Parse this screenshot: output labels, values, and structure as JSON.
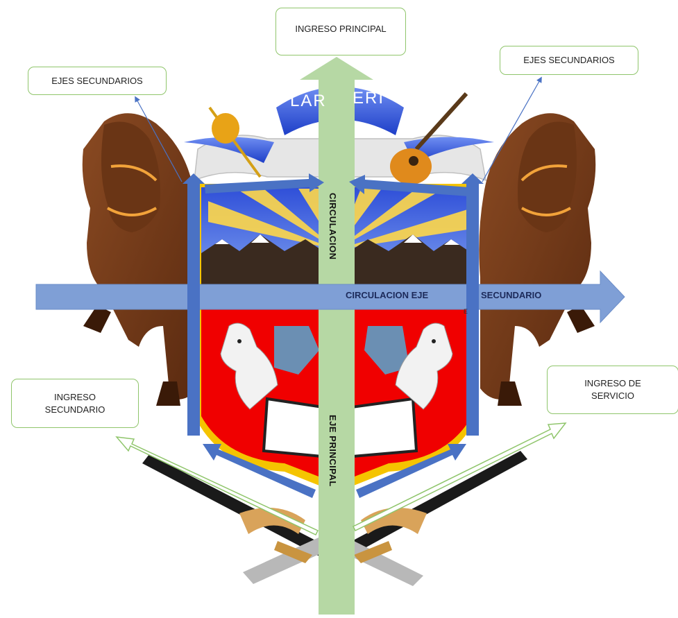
{
  "callouts": {
    "ingreso_principal": "INGRESO PRINCIPAL",
    "ejes_secundarios_left": "EJES SECUNDARIOS",
    "ejes_secundarios_right": "EJES SECUNDARIOS",
    "ingreso_secundario_line1": "INGRESO",
    "ingreso_secundario_line2": "SECUNDARIO",
    "ingreso_servicio_line1": "INGRESO DE",
    "ingreso_servicio_line2": "SERVICIO"
  },
  "axis_labels": {
    "circulacion_vertical": "CIRCULACION",
    "eje_principal": "EJE PRINCIPAL",
    "circulacion_eje": "CIRCULACION EJE",
    "secundario": "SECUNDARIO",
    "small_mark": "E"
  },
  "crest": {
    "banner_left": "LAR",
    "banner_right": "ERI"
  },
  "colors": {
    "main_axis": "#b6d8a4",
    "secondary_axis": "#7f9fd6",
    "blue_arrows": "#4a72c4",
    "callout_border": "#8fc56b",
    "shield_red": "#f00000",
    "shield_sky": "#3b5fe0",
    "shield_gold": "#f5c400"
  }
}
